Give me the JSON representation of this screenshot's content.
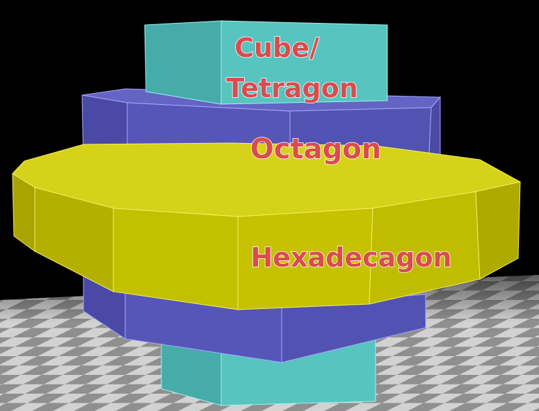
{
  "scene": {
    "colors": {
      "background": "#000000",
      "cube": "#58c4c0",
      "cube_dark": "#46aca9",
      "octagon": "#5656b8",
      "octagon_dark": "#4a4aa6",
      "hexadecagon": "#c3c000",
      "hexadecagon_dark": "#a9a400",
      "edge_cube": "#9ff3ef",
      "edge_octagon": "#a8a8ff",
      "edge_hexadecagon": "#f4f060",
      "label_fill": "#d94c4f",
      "label_outline": "#ffffff",
      "floor_light": "#d2d2d2",
      "floor_dark": "#8f8f8f"
    },
    "labels": {
      "cube_line1": "Cube/",
      "cube_line2": "Tetragon",
      "octagon": "Octagon",
      "hexadecagon": "Hexadecagon"
    }
  }
}
